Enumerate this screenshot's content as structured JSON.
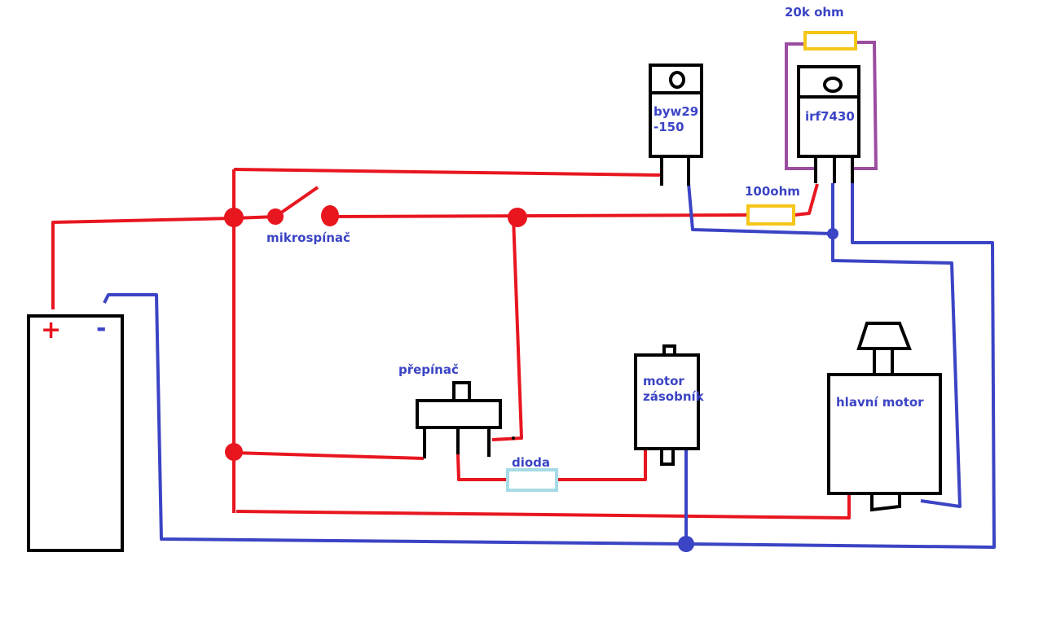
{
  "battery": {
    "plus": "+",
    "minus": "-"
  },
  "components": {
    "diode_pkg": {
      "label_line1": "byw29",
      "label_line2": "-150"
    },
    "mosfet": {
      "label": "irf7430"
    },
    "resistor_gate": {
      "label": "100ohm"
    },
    "resistor_feedback": {
      "label": "20k ohm"
    },
    "microswitch": {
      "label": "mikrospínač"
    },
    "selector_switch": {
      "label": "přepínač"
    },
    "diode": {
      "label": "dioda"
    },
    "feeder_motor": {
      "label_line1": "motor",
      "label_line2": "zásobník"
    },
    "main_motor": {
      "label": "hlavní motor"
    }
  },
  "colors": {
    "positive_wire": "#e8161f",
    "negative_wire": "#3b44c4",
    "resistor": "#f5c518",
    "diode": "#a6dbe6",
    "feedback": "#9b4da0",
    "label": "#3b44c4"
  }
}
